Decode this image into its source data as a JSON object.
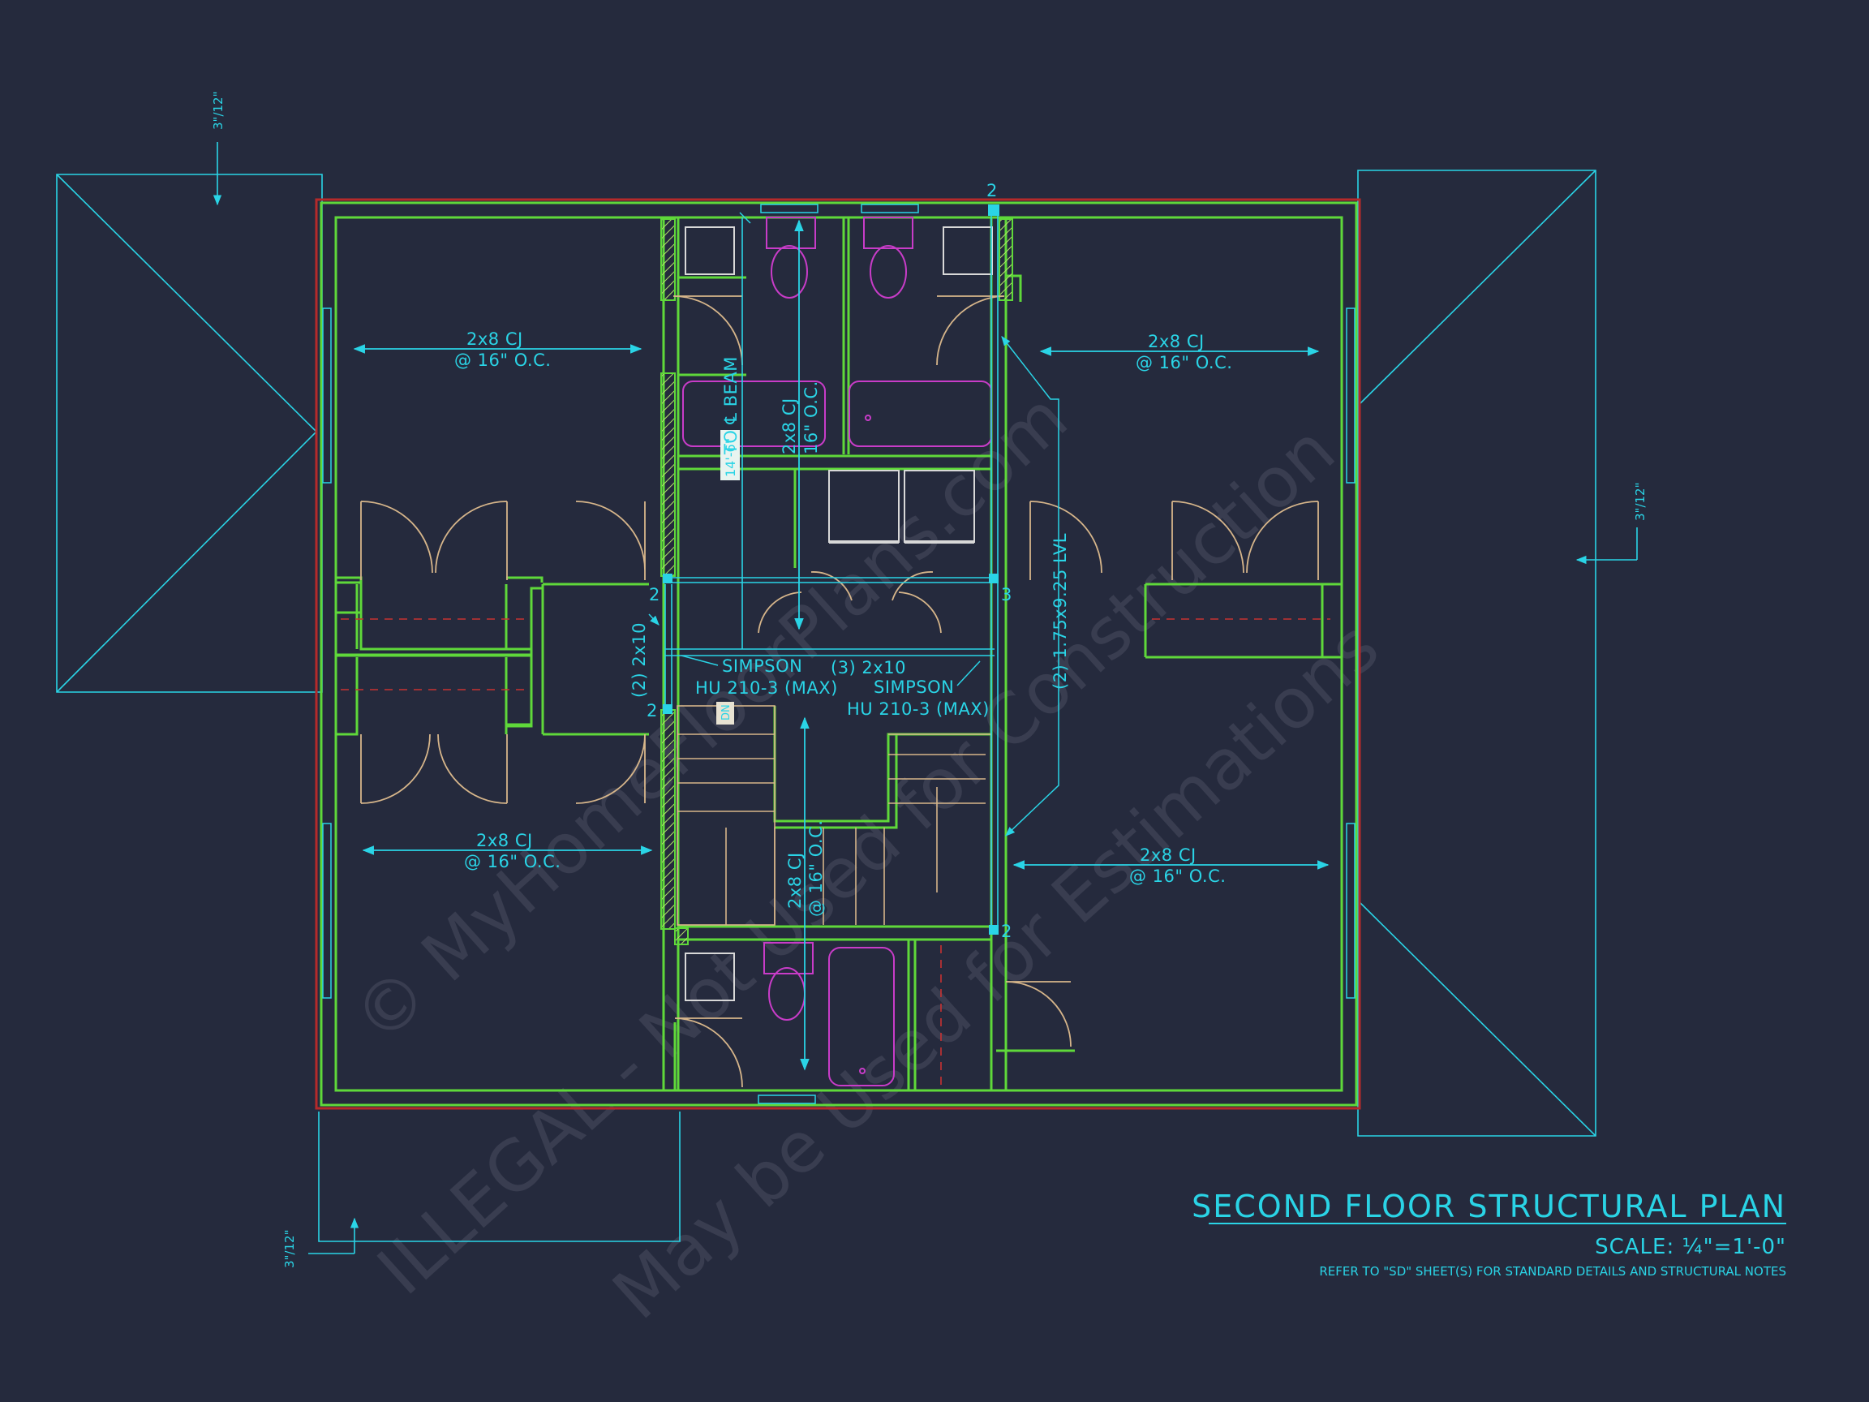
{
  "title_block": {
    "title": "SECOND FLOOR STRUCTURAL PLAN",
    "scale": "SCALE: ¼\"=1'-0\"",
    "note": "REFER TO \"SD\" SHEET(S) FOR STANDARD DETAILS AND STRUCTURAL NOTES"
  },
  "joist_labels": {
    "top_left": {
      "line1": "2x8 CJ",
      "line2": "@ 16\" O.C."
    },
    "top_right": {
      "line1": "2x8 CJ",
      "line2": "@ 16\" O.C."
    },
    "bottom_left": {
      "line1": "2x8 CJ",
      "line2": "@ 16\" O.C."
    },
    "bottom_right": {
      "line1": "2x8 CJ",
      "line2": "@ 16\" O.C."
    },
    "center_top": {
      "line1": "2x8 CJ",
      "line2": "16\" O.C."
    },
    "center_bottom": {
      "line1": "2x8 CJ",
      "line2": "@ 16\" O.C."
    }
  },
  "beam_labels": {
    "to_beam": "TO ℄ BEAM",
    "to_beam_dim": "14'-6\"",
    "header_left": "(2) 2x10",
    "header_center": "(3) 2x10",
    "lvl": "(2) 1.75x9.25 LVL",
    "hanger_left": {
      "line1": "SIMPSON",
      "line2": "HU 210-3 (MAX)"
    },
    "hanger_right": {
      "line1": "SIMPSON",
      "line2": "HU 210-3 (MAX)"
    }
  },
  "post_labels": [
    "2",
    "2",
    "2",
    "3",
    "2"
  ],
  "roof_pitch": [
    "3\"/12\"",
    "3\"/12\"",
    "3\"/12\""
  ],
  "stair_tag": "DN",
  "watermark": {
    "line1": "© MyHomeFloorPlans.com",
    "line2": "ILLEGAL - Not Used for Construction",
    "line3": "May be Used for Estimations"
  },
  "colors": {
    "background": "#252a3d",
    "wall_green": "#5fd83a",
    "dimension_cyan": "#2ad4e6",
    "fixture_magenta": "#c83cc8",
    "door_tan": "#d6b58a",
    "exterior_red": "#b52a2a",
    "watermark": "#4a4e60"
  }
}
